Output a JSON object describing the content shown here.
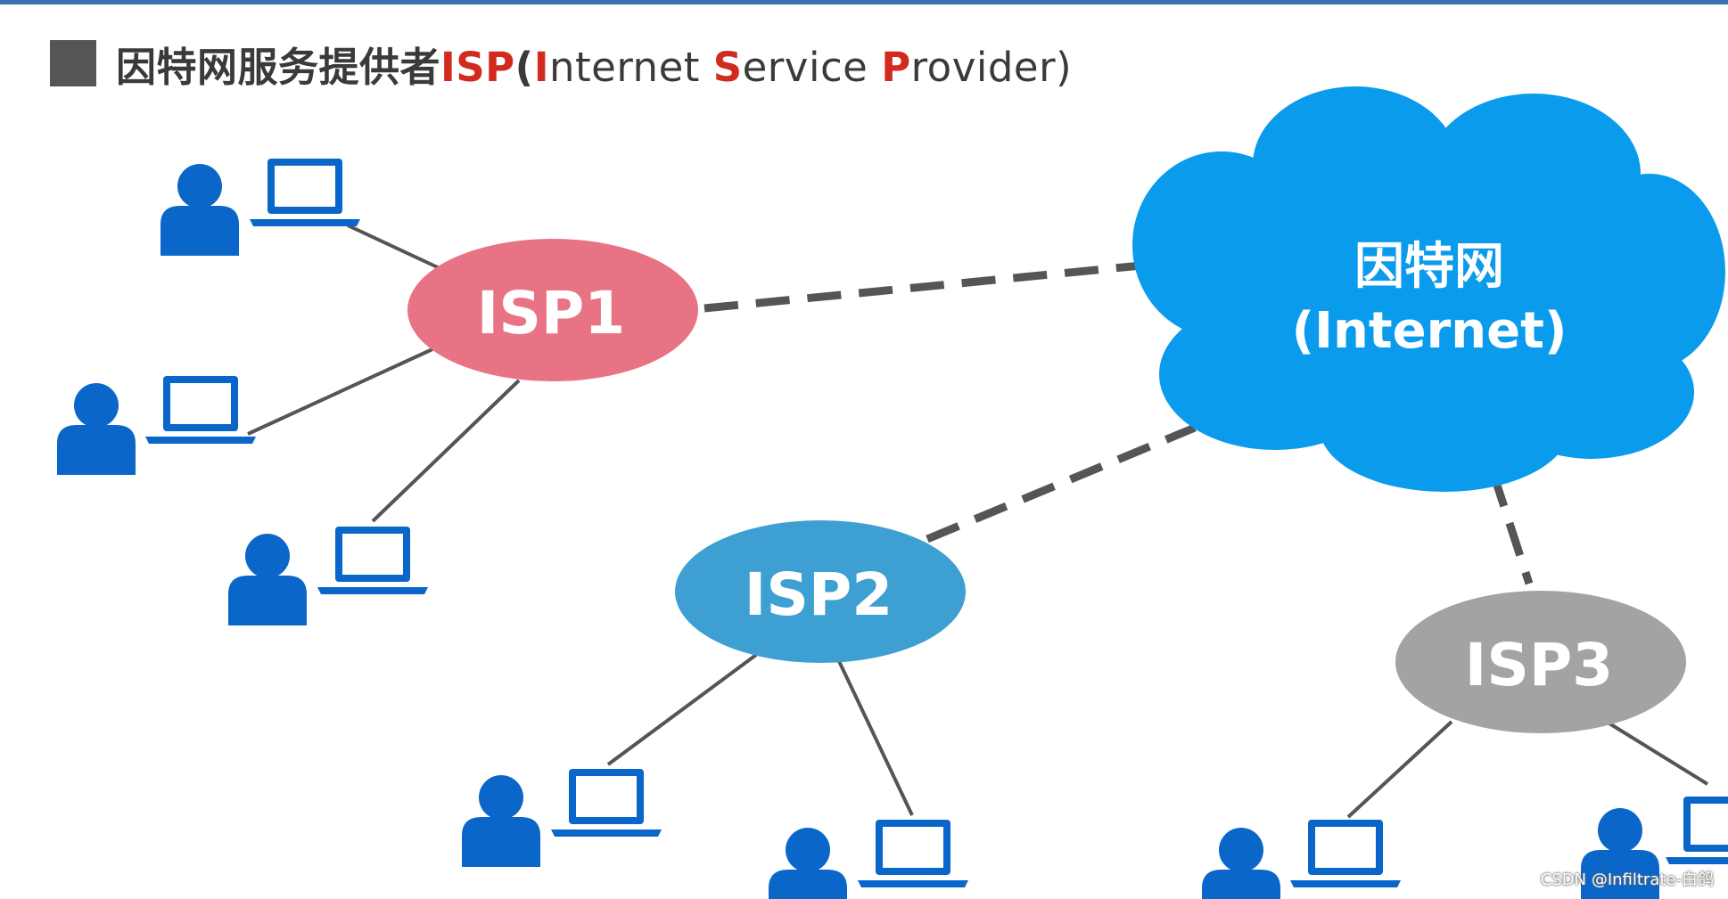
{
  "heading": {
    "prefix": "因特网服务提供者",
    "isp": "ISP",
    "open_paren": "(",
    "i_cap": "I",
    "i_rest": "nternet ",
    "s_cap": "S",
    "s_rest": "ervice ",
    "p_cap": "P",
    "p_rest": "rovider)"
  },
  "internet": {
    "title": "因特网",
    "subtitle": "(Internet)",
    "color": "#0a9bec"
  },
  "isps": [
    {
      "label": "ISP1",
      "color": "#e87385"
    },
    {
      "label": "ISP2",
      "color": "#3d9fd2"
    },
    {
      "label": "ISP3",
      "color": "#a3a3a3"
    }
  ],
  "colors": {
    "heading_accent": "#d12b1f",
    "user_icon": "#0a66c9",
    "links": "#555555"
  },
  "icons": [
    "user-icon",
    "laptop-icon"
  ],
  "watermark": "CSDN @Infiltrate-白鸽"
}
